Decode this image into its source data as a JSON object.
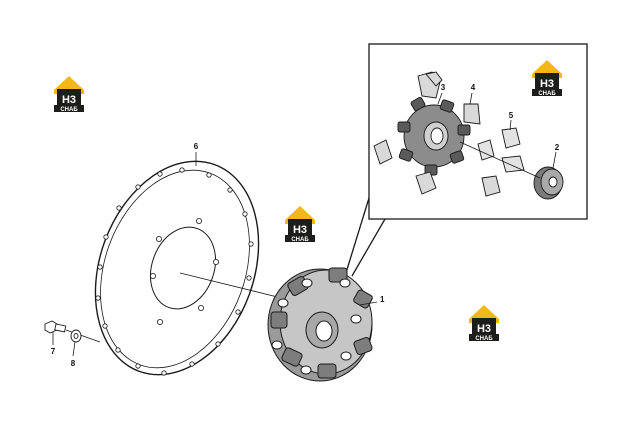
{
  "callouts": {
    "p1": "1",
    "p2": "2",
    "p3": "3",
    "p4": "4",
    "p5": "5",
    "p6": "6",
    "p7": "7",
    "p8": "8"
  },
  "logo": {
    "mark": "H3",
    "sub": "СНАБ",
    "colors": {
      "roof": "#f2b81a",
      "badge": "#1d1d1b"
    }
  },
  "colors": {
    "line": "#1a1a1a",
    "shade": "#6f6f6f",
    "fill": "#bdbdbd"
  }
}
